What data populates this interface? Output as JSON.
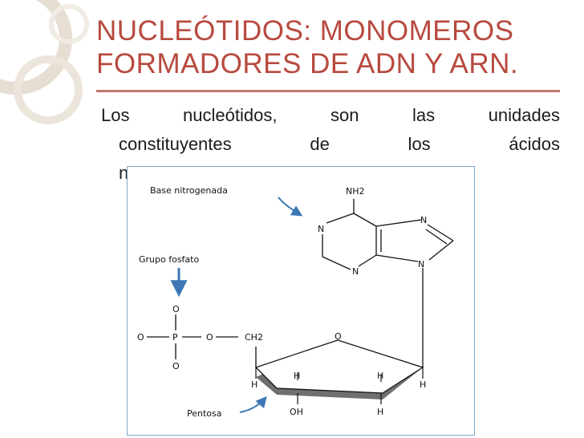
{
  "slide": {
    "title_line1": "NUCLEÓTIDOS: MONOMEROS",
    "title_line2": "FORMADORES DE ADN Y ARN.",
    "body_line1": "Los nucleótidos, son las unidades",
    "body_line2": "constituyentes de los ácidos",
    "body_line3": "nucleicos",
    "accent_color": "#b84a3f"
  },
  "figure": {
    "base_label": "Base nitrogenada",
    "phosphate_label": "Grupo fosfato",
    "sugar_label": "Pentosa",
    "atoms": {
      "nh2": "NH2",
      "n": "N",
      "o": "O",
      "p": "P",
      "ch2": "CH2",
      "h": "H",
      "oh": "OH"
    }
  }
}
